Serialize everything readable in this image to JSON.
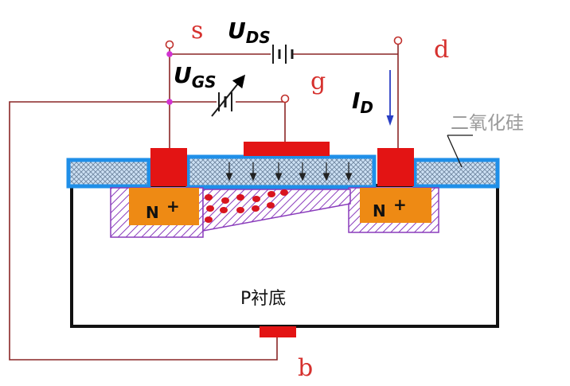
{
  "labels": {
    "source": "s",
    "drain": "d",
    "gate": "g",
    "body": "b",
    "uds_main": "U",
    "uds_sub": "DS",
    "ugs_main": "U",
    "ugs_sub": "GS",
    "id_main": "I",
    "id_sub": "D",
    "n_left": "N",
    "n_right": "N",
    "plus_left": "+",
    "plus_right": "+",
    "substrate": "P衬底",
    "oxide": "二氧化硅"
  },
  "colors": {
    "wire": "#8a2626",
    "oxide_border": "#1f8fe8",
    "oxide_fill": "#c9dff3",
    "metal": "#e31414",
    "n_region": "#ee8a14",
    "depletion": "#8a3cbc",
    "node": "#d233d2",
    "arrow": "#2a3fc4",
    "label": "#d6312e"
  }
}
